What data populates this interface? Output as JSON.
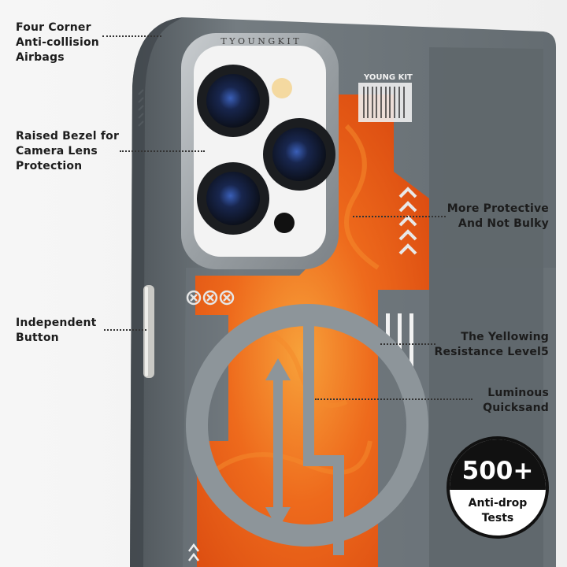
{
  "features": [
    {
      "lines": [
        "Four Corner",
        "Anti-collision",
        "Airbags"
      ]
    },
    {
      "lines": [
        "Raised Bezel for",
        "Camera Lens",
        "Protection"
      ]
    },
    {
      "lines": [
        "Independent",
        "Button"
      ]
    },
    {
      "lines": [
        "More Protective",
        "And Not Bulky"
      ]
    },
    {
      "lines": [
        "The Yellowing",
        "Resistance Level5"
      ]
    },
    {
      "lines": [
        "Luminous",
        "Quicksand"
      ]
    }
  ],
  "badge": {
    "value": "500+",
    "lines": [
      "Anti-drop",
      "Tests"
    ]
  },
  "brand": {
    "name": "YOUNG KIT",
    "ring_letters": "T Y O U N G K I T"
  },
  "colors": {
    "case": "#6b7378",
    "accent": "#ea5a15",
    "ring": "#8e969b",
    "background": "#f4f4f4"
  }
}
